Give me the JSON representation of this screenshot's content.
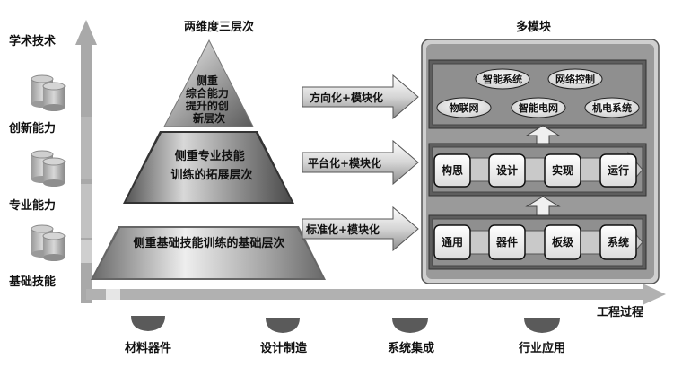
{
  "headers": {
    "pyramid": "两维度三层次",
    "modules": "多模块"
  },
  "y_axis": {
    "labels": [
      "学术技术",
      "创新能力",
      "专业能力",
      "基础技能"
    ]
  },
  "x_axis": {
    "title": "工程过程",
    "labels": [
      "材料器件",
      "设计制造",
      "系统集成",
      "行业应用"
    ]
  },
  "pyramid": {
    "top": [
      "侧重",
      "综合能力",
      "提升的创",
      "新层次"
    ],
    "middle": [
      "侧重专业技能",
      "训练的拓展层次"
    ],
    "bottom": "侧重基础技能训练的基础层次"
  },
  "arrows": [
    "方向化+模块化",
    "平台化+模块化",
    "标准化+模块化"
  ],
  "modules": {
    "top_row1": [
      "智能系统",
      "网络控制"
    ],
    "top_row2": [
      "物联网",
      "智能电网",
      "机电系统"
    ],
    "middle": [
      "构思",
      "设计",
      "实现",
      "运行"
    ],
    "bottom": [
      "通用",
      "器件",
      "板级",
      "系统"
    ]
  },
  "colors": {
    "axis": "#9a9a9a",
    "panel": "#8f8f8f",
    "dark": "#555555"
  }
}
